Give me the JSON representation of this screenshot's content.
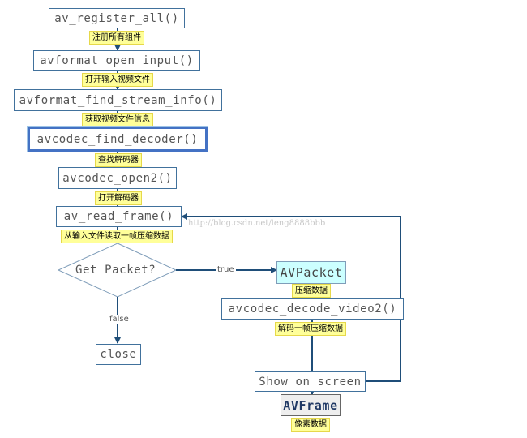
{
  "nodes": {
    "register": "av_register_all()",
    "open_input": "avformat_open_input()",
    "find_stream_info": "avformat_find_stream_info()",
    "find_decoder": "avcodec_find_decoder()",
    "open2": "avcodec_open2()",
    "read_frame": "av_read_frame()",
    "get_packet": "Get Packet?",
    "close": "close",
    "avpacket": "AVPacket",
    "decode_video2": "avcodec_decode_video2()",
    "show": "Show on screen",
    "avframe": "AVFrame"
  },
  "labels": {
    "register": "注册所有组件",
    "open_input": "打开输入视频文件",
    "find_stream_info": "获取视频文件信息",
    "find_decoder": "查找解码器",
    "open2": "打开解码器",
    "read_frame": "从输入文件读取一帧压缩数据",
    "avpacket": "压缩数据",
    "decode_video2": "解码一帧压缩数据",
    "avframe": "像素数据"
  },
  "edges": {
    "true_label": "true",
    "false_label": "false"
  },
  "watermark": "http://blog.csdn.net/leng8888bbb",
  "colors": {
    "line": "#1f4e79",
    "box_border": "#41719c",
    "label_bg": "#ffff99",
    "packet_bg": "#ccffff"
  }
}
